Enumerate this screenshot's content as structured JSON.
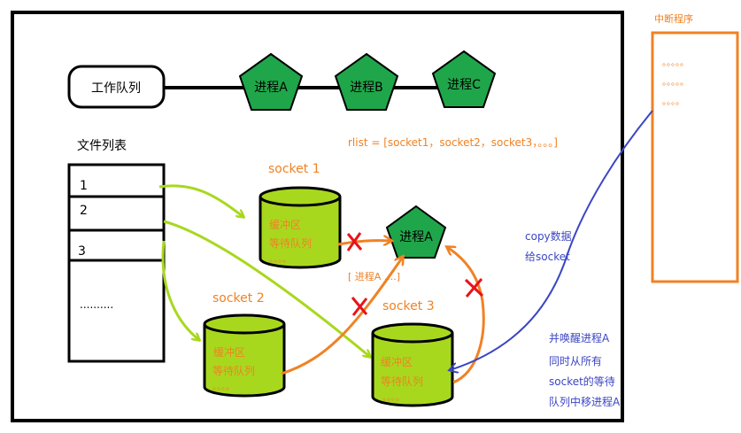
{
  "work_queue": {
    "label": "工作队列",
    "processes": [
      "进程A",
      "进程B",
      "进程C"
    ]
  },
  "file_list": {
    "title": "文件列表",
    "rows": [
      "1",
      "2",
      "3",
      ".........."
    ]
  },
  "rlist_text": "rlist = [socket1，socket2，socket3，。。。]",
  "sockets": [
    {
      "title": "socket 1",
      "buffer": "缓冲区",
      "wait_queue": "等待队列",
      "dots": "。。。。"
    },
    {
      "title": "socket 2",
      "buffer": "缓冲区",
      "wait_queue": "等待队列",
      "dots": "。。。。"
    },
    {
      "title": "socket 3",
      "buffer": "缓冲区",
      "wait_queue": "等待队列",
      "dots": "。。。。"
    }
  ],
  "process_a": {
    "label": "进程A",
    "wait_note": "[ 进程A ....]"
  },
  "interrupt": {
    "title": "中断程序",
    "dot_lines": [
      "。。。。。",
      "。。。。。",
      "。。。。"
    ]
  },
  "copy_note": [
    "copy数据",
    "给socket"
  ],
  "wake_note": [
    "并唤醒进程A",
    "同时从所有",
    "socket的等待",
    "队列中移进程A"
  ],
  "colors": {
    "green": "#1fa64a",
    "lime": "#a8d81e",
    "orange": "#f08224",
    "red": "#e8121a",
    "blue": "#3b46c4",
    "black": "#000000"
  }
}
